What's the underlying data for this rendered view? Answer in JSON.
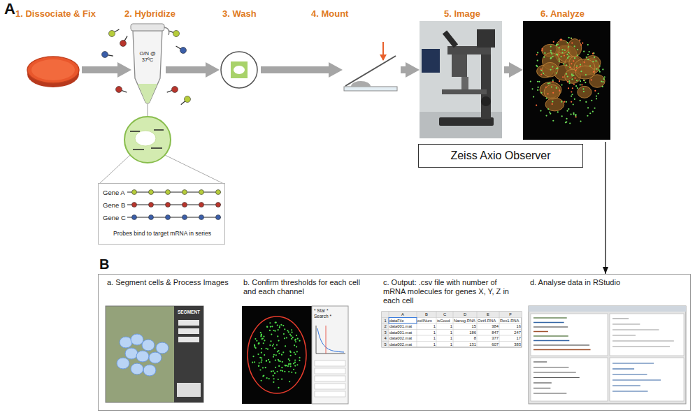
{
  "diagram": {
    "nodes": [
      {
        "text": [
          "1. Dissociate & Fix"
        ]
      },
      {
        "text": [
          "2. Hybridize"
        ]
      },
      {
        "text": [
          "Gene A",
          "Gene B",
          "Gene C",
          "Probes bind to target mRNA in series"
        ]
      },
      {
        "text": [
          "3. Wash"
        ]
      },
      {
        "text": [
          "4. Mount"
        ]
      },
      {
        "text": [
          "5. Image"
        ]
      },
      {
        "text": [
          "Zeiss Axio Observer"
        ]
      },
      {
        "text": [
          "6. Analyze"
        ]
      },
      {
        "text": [
          "B"
        ]
      },
      {
        "text": [
          "a. Segment cells & Process Images"
        ],
        "in": 8
      },
      {
        "text": [
          "b. Confirm thresholds for each cell and each channel"
        ],
        "in": 8
      },
      {
        "text": [
          "c. Output: .csv file with number of mRNA molecules for genes X, Y, Z in each cell"
        ],
        "in": 8
      },
      {
        "text": [
          "d. Analyse data in RStudio"
        ],
        "in": 8
      }
    ],
    "edges": [
      {
        "from": 0,
        "to": 1,
        "arrow": "to"
      },
      {
        "from": 1,
        "to": 3,
        "arrow": "to"
      },
      {
        "from": 3,
        "to": 4,
        "arrow": "to"
      },
      {
        "from": 4,
        "to": 5,
        "arrow": "to"
      },
      {
        "from": 5,
        "to": 7,
        "arrow": "to"
      },
      {
        "from": 7,
        "to": 8,
        "arrow": "to"
      }
    ],
    "labels": [
      "A",
      "O/N @ 37ºC",
      "SEGMENT",
      "* Star * Search *",
      "A",
      "B",
      "C",
      "D",
      "E",
      "F",
      "1",
      "2",
      "3",
      "4",
      "5",
      "dataFile",
      "cellNum",
      "isGood",
      "Nanog.RNA",
      "Oct4.RNA",
      "Rex1.RNA",
      "data001.mat",
      "1",
      "1",
      "15",
      "384",
      "16",
      "data001.mat",
      "1",
      "1",
      "186",
      "847",
      "247",
      "data002.mat",
      "1",
      "1",
      "8",
      "377",
      "17",
      "data002.mat",
      "1",
      "1",
      "131",
      "607",
      "383"
    ]
  }
}
